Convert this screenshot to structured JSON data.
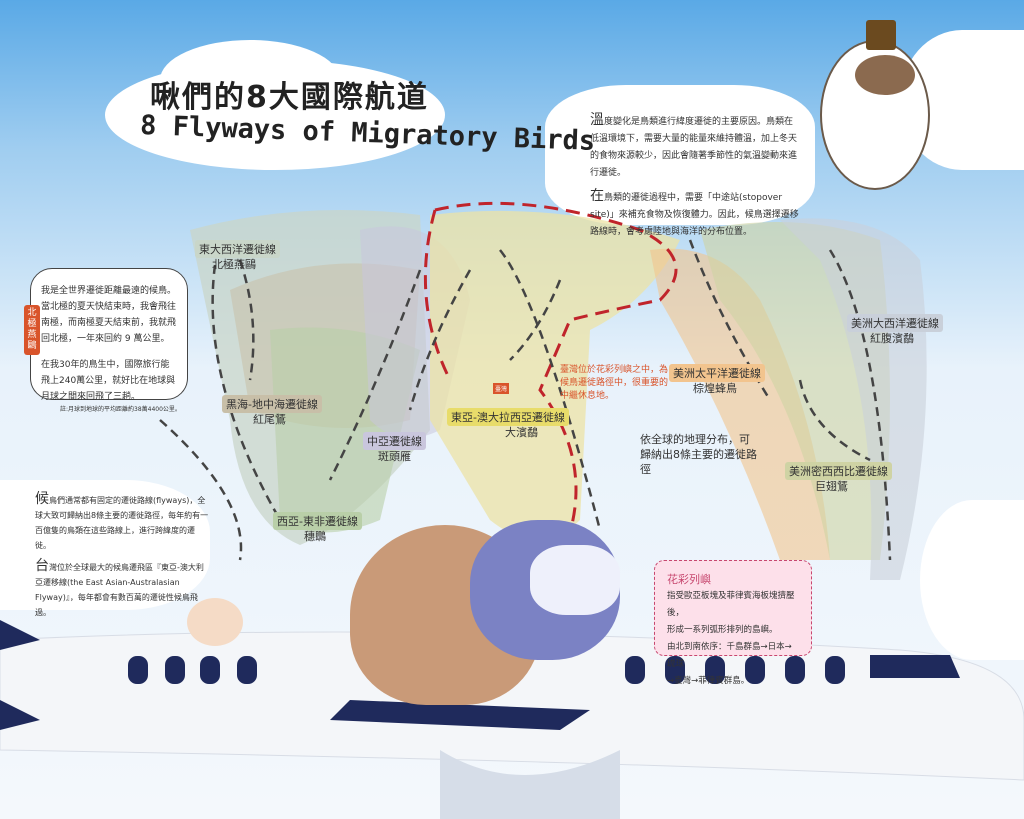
{
  "title": {
    "cn": "啾們的8大國際航道",
    "en": "8 Flyways of Migratory Birds"
  },
  "intro_top": {
    "p1_initial": "溫",
    "p1": "度變化是鳥類進行緯度遷徙的主要原因。鳥類在低溫環境下，需要大量的能量來維持體溫，加上冬天的食物來源較少，因此會隨著季節性的氣溫變動來進行遷徙。",
    "p2_initial": "在",
    "p2": "鳥類的遷徙過程中，需要「中途站(stopover site)」來補充食物及恢復體力。因此，候鳥選擇遷移路線時，會考慮陸地與海洋的分布位置。"
  },
  "speech": {
    "tag": "北極燕鷗",
    "p1": "我是全世界遷徙距離最遠的候鳥。當北極的夏天快結束時，我會飛往南極，而南極夏天結束前，我就飛回北極，一年來回約 9 萬公里。",
    "p2": "在我30年的鳥生中，國際旅行能飛上240萬公里，就好比在地球與月球之間來回飛了三趟。",
    "note": "註:月球到地球的平均距離約38萬4400公里。"
  },
  "intro_bottom": {
    "p1_initial": "候",
    "p1": "鳥們通常都有固定的遷徙路線(flyways)，全球大致可歸納出8條主要的遷徙路徑，每年約有一百億隻的鳥類在這些路線上，進行跨緯度的遷徙。",
    "p2_initial": "台",
    "p2": "灣位於全球最大的候鳥遷飛區『東亞-澳大利亞遷移線(the East Asian-Australasian Flyway)』，每年都會有數百萬的遷徙性候鳥飛過。"
  },
  "flyways": [
    {
      "name": "東大西洋遷徙線",
      "bird": "北極燕鷗",
      "color": "#c9d6c9"
    },
    {
      "name": "黑海-地中海遷徙線",
      "bird": "紅尾鵟",
      "color": "#c8bfa8"
    },
    {
      "name": "中亞遷徙線",
      "bird": "斑頭雁",
      "color": "#c9c6dd"
    },
    {
      "name": "西亞-東非遷徙線",
      "bird": "穗䳭",
      "color": "#b9cfa8"
    },
    {
      "name": "東亞-澳大拉西亞遷徙線",
      "bird": "大濱鷸",
      "color": "#e8dc6a"
    },
    {
      "name": "美洲太平洋遷徙線",
      "bird": "棕煌蜂鳥",
      "color": "#f2c48e"
    },
    {
      "name": "美洲大西洋遷徙線",
      "bird": "紅腹濱鷸",
      "color": "#c9d0da"
    },
    {
      "name": "美洲密西西比遷徙線",
      "bird": "巨翅鵟",
      "color": "#cfd3a4"
    }
  ],
  "taiwan_note": "臺灣位於花彩列嶼之中，為候鳥遷徙路徑中，很重要的中繼休息地。",
  "taiwan_tag": "臺灣",
  "summary": "依全球的地理分布，可歸納出8條主要的遷徙路徑",
  "island_arc": {
    "title": "花彩列嶼",
    "l1": "指受歐亞板塊及菲律賓海板塊擠壓後，",
    "l2": "形成一系列弧形排列的島嶼。",
    "l3": "由北到南依序：千島群島→日本→琉球",
    "l4": "→臺灣→菲律賓群島。"
  }
}
